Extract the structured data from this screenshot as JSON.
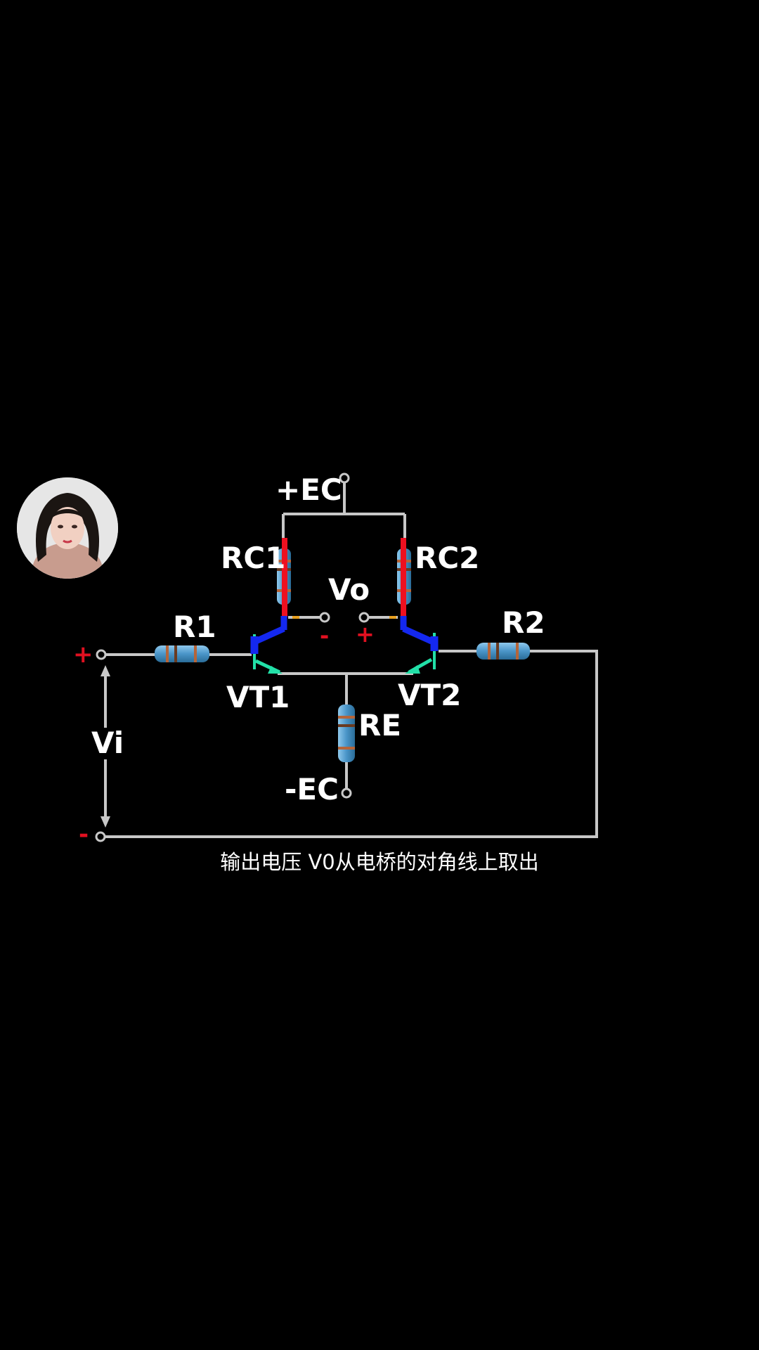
{
  "labels": {
    "pos_ec": "+EC",
    "neg_ec": "-EC",
    "rc1": "RC1",
    "rc2": "RC2",
    "vo": "Vo",
    "r1": "R1",
    "r2": "R2",
    "vt1": "VT1",
    "vt2": "VT2",
    "re": "RE",
    "vi": "Vi"
  },
  "polarity": {
    "input_top": "+",
    "input_bottom": "-",
    "vo_left": "-",
    "vo_right": "+"
  },
  "caption": "输出电压 V0从电桥的对角线上取出",
  "colors": {
    "background": "#000000",
    "wire": "#c8c8c8",
    "text": "#ffffff",
    "polarity": "#e01020",
    "active_collector": "#ee1020",
    "transistor_base": "#1428f0",
    "transistor_emitter": "#22e0a8",
    "resistor_body": "#5aa6d6"
  },
  "icons": {
    "presenter": "presenter-avatar"
  }
}
